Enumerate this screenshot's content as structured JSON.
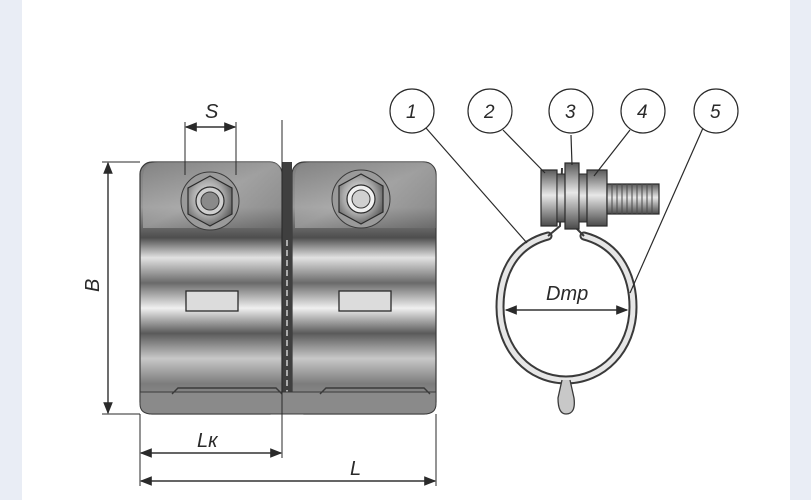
{
  "dimensions": {
    "s": "S",
    "b": "B",
    "lk": "Lк",
    "l": "L",
    "dmp": "Dmp"
  },
  "callouts": [
    "1",
    "2",
    "3",
    "4",
    "5"
  ],
  "colors": {
    "side_band": "#e9edf5",
    "line": "#2a2a2a",
    "metal_dark": "#5c5c5c",
    "metal_light": "#d8d8d8"
  }
}
